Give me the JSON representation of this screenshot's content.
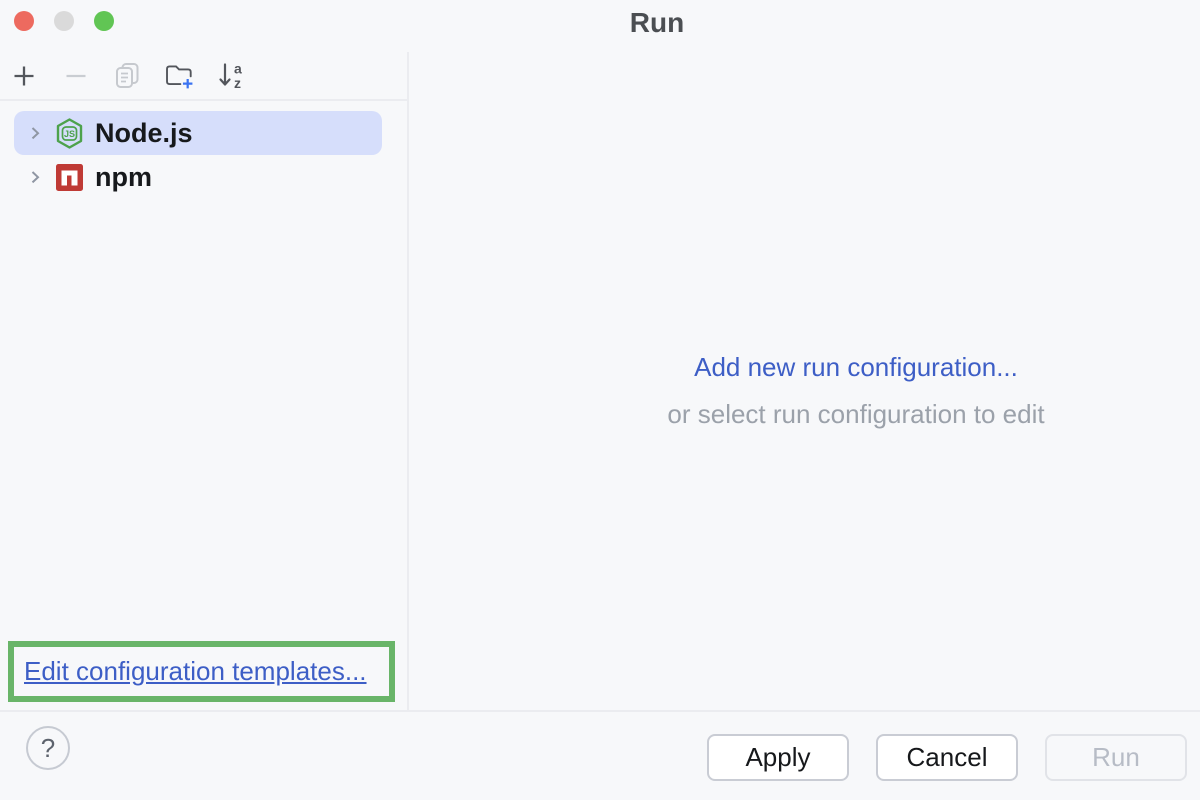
{
  "window": {
    "title": "Run"
  },
  "toolbar": {
    "icons": [
      {
        "name": "add-icon",
        "enabled": true
      },
      {
        "name": "remove-icon",
        "enabled": false
      },
      {
        "name": "copy-icon",
        "enabled": false
      },
      {
        "name": "new-folder-icon",
        "enabled": true
      },
      {
        "name": "sort-alphabetically-icon",
        "enabled": true
      }
    ],
    "sort_letter_a": "a",
    "sort_letter_z": "z"
  },
  "sidebar": {
    "items": [
      {
        "label": "Node.js",
        "icon": "nodejs-icon",
        "selected": true,
        "expanded": false
      },
      {
        "label": "npm",
        "icon": "npm-icon",
        "selected": false,
        "expanded": false
      }
    ],
    "nodejs_icon_text": "JS",
    "edit_templates_link": "Edit configuration templates..."
  },
  "main": {
    "add_link": "Add new run configuration...",
    "hint": "or select run configuration to edit"
  },
  "footer": {
    "help_label": "?",
    "apply_label": "Apply",
    "cancel_label": "Cancel",
    "run_label": "Run"
  },
  "colors": {
    "background": "#f7f8fa",
    "divider": "#ebecf0",
    "selection": "#d6defb",
    "link_blue": "#3d5ec6",
    "hint_gray": "#9ba1aa",
    "annotation_green": "#69b569",
    "nodejs_green": "#4da24c",
    "npm_red": "#bf3a35",
    "accent_blue_plus": "#3b73f1",
    "traffic_close": "#ed6a5f",
    "traffic_minimize": "#dadada",
    "traffic_zoom": "#61c554"
  }
}
